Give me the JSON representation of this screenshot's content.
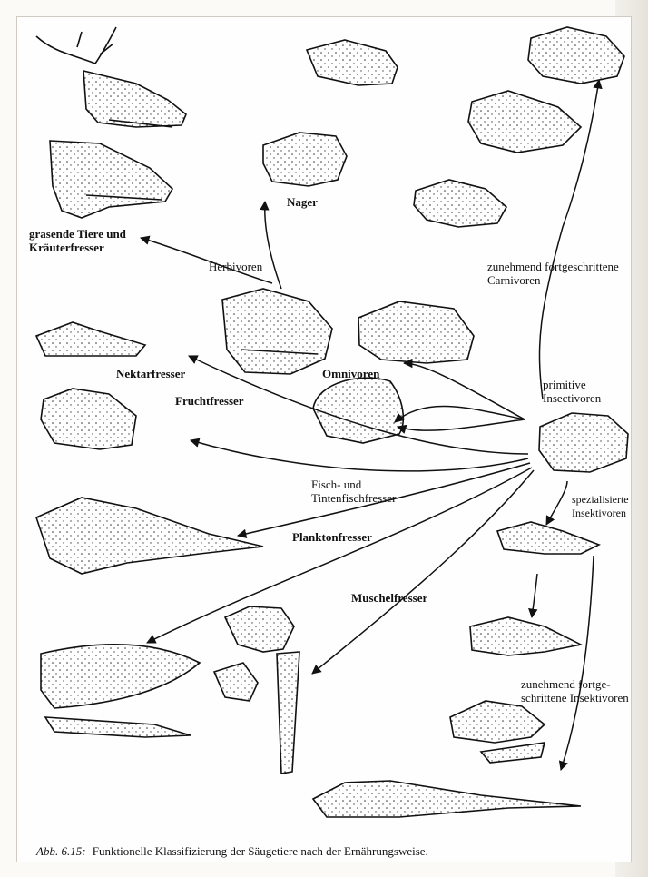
{
  "labels": {
    "nager": "Nager",
    "grasende": "grasende Tiere und",
    "kraeuter": "Kräuterfresser",
    "herbivoren": "Herbivoren",
    "carni1": "zunehmend fortgeschrittene",
    "carni2": "Carnivoren",
    "nektar": "Nektarfresser",
    "omnivoren": "Omnivoren",
    "primitive": "primitive",
    "insectivoren": "Insectivoren",
    "frucht": "Fruchtfresser",
    "fisch1": "Fisch- und",
    "fisch2": "Tintenfischfresser",
    "spez1": "spezialisierte",
    "spez2": "Insektivoren",
    "plankton": "Planktonfresser",
    "muschel": "Muschelfresser",
    "insekt1": "zunehmend fortge-",
    "insekt2": "schrittene Insektivoren"
  },
  "caption": {
    "prefix": "Abb. 6.15:",
    "text": "Funktionelle Klassifizierung der Säugetiere nach der Ernährungsweise."
  }
}
